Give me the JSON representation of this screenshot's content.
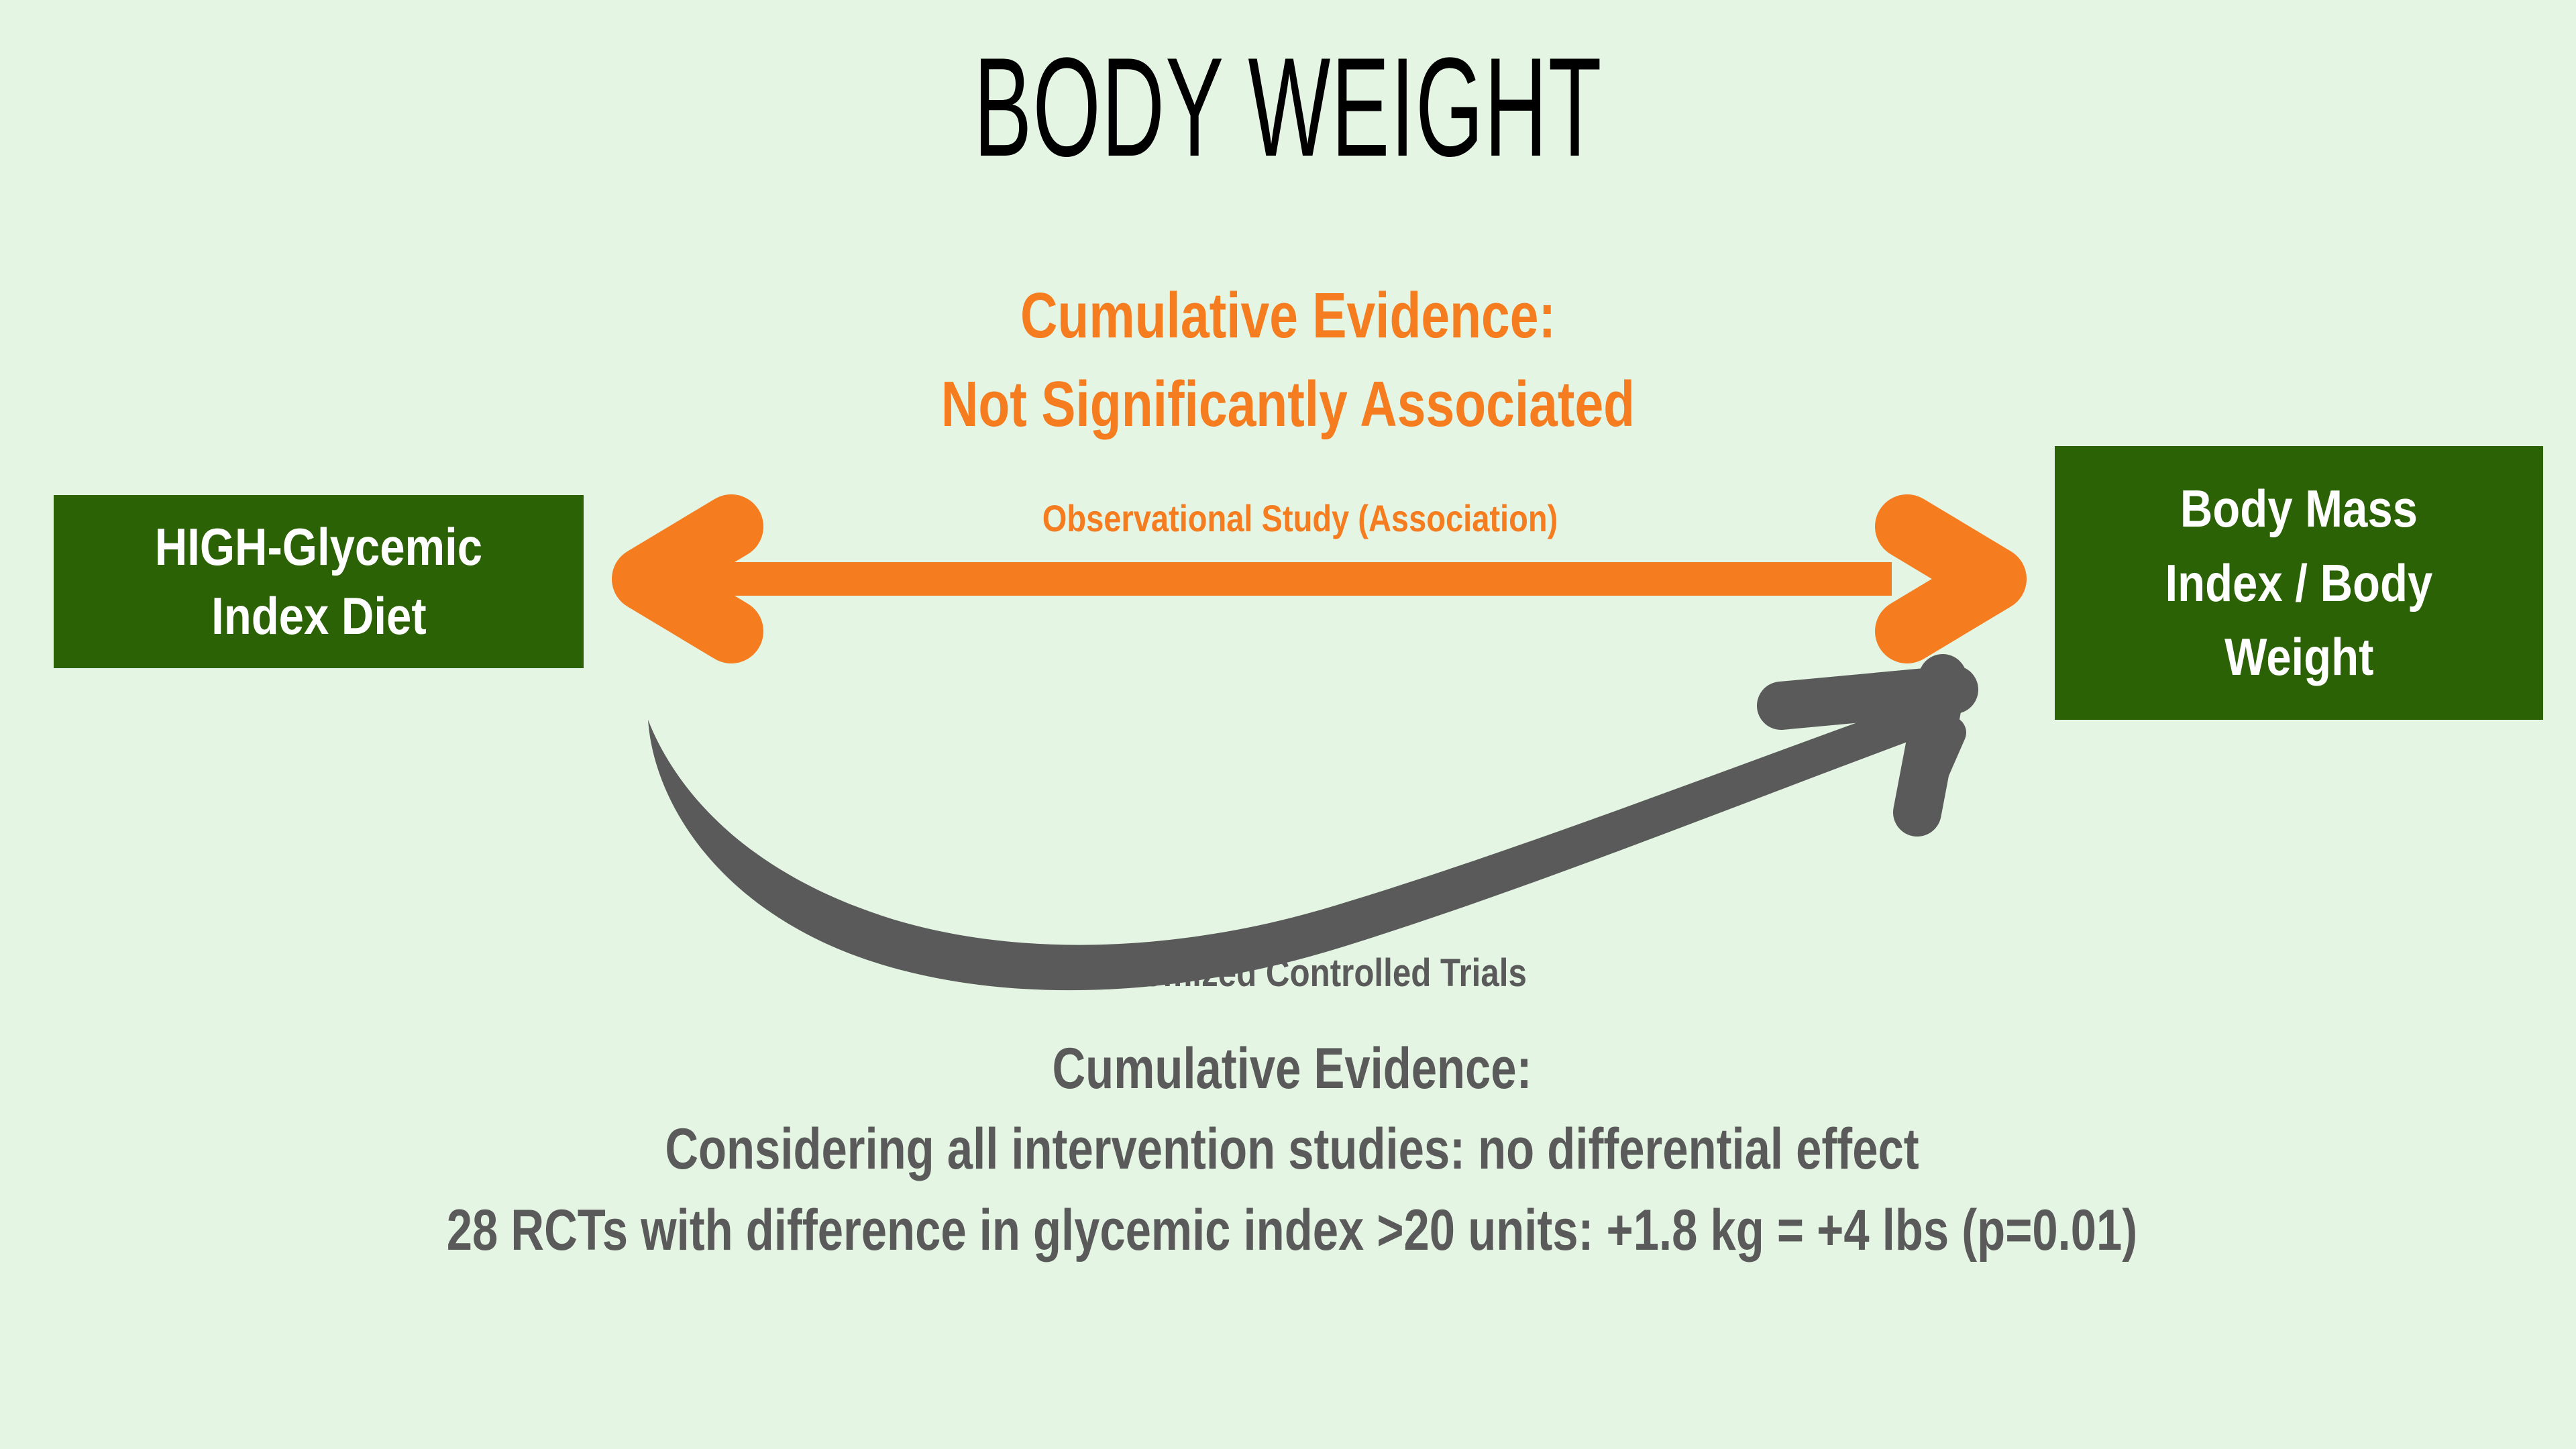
{
  "colors": {
    "background": "#e4f5e4",
    "box_green": "#2b6206",
    "accent_orange": "#f57c1f",
    "gray": "#5a5a5a",
    "title_black": "#000000",
    "box_text": "#ffffff"
  },
  "title": "BODY WEIGHT",
  "orange_headline": {
    "line1": "Cumulative Evidence:",
    "line2": "Not Significantly Associated"
  },
  "left_box": {
    "line1": "HIGH-Glycemic",
    "line2": "Index Diet"
  },
  "right_box": {
    "line1": "Body Mass",
    "line2": "Index / Body",
    "line3": "Weight"
  },
  "observational_arrow": {
    "label": "Observational Study (Association)",
    "icon": "double-headed-arrow-icon",
    "color": "#f57c1f"
  },
  "rct_arrow": {
    "label": "Randomized Controlled Trials",
    "icon": "curved-arrow-right-icon",
    "color": "#5a5a5a"
  },
  "gray_block": {
    "line1": "Cumulative Evidence:",
    "line2": "Considering all intervention studies: no differential effect",
    "line3": "28 RCTs with difference in glycemic index >20 units: +1.8 kg = +4 lbs (p=0.01)"
  }
}
